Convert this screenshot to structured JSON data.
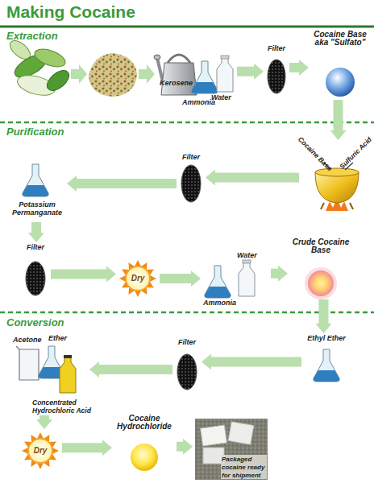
{
  "diagram": {
    "title": "Making Cocaine",
    "nodes": [
      {
        "text": [
          "Kerosene",
          "Water",
          "Ammonia"
        ]
      },
      {
        "text": [
          "Filter"
        ]
      },
      {
        "text": [
          "Cocaine Base aka \"Sulfato\""
        ]
      },
      {
        "text": [
          "Cocaine Base",
          "Sulfuric Acid"
        ]
      },
      {
        "text": [
          "Filter"
        ]
      },
      {
        "text": [
          "Potassium Permanganate"
        ]
      },
      {
        "text": [
          "Filter"
        ]
      },
      {
        "text": [
          "Dry"
        ]
      },
      {
        "text": [
          "Water",
          "Ammonia"
        ]
      },
      {
        "text": [
          "Crude Cocaine Base"
        ]
      },
      {
        "text": [
          "Ethyl Ether"
        ]
      },
      {
        "text": [
          "Filter"
        ]
      },
      {
        "text": [
          "Acetone",
          "Ether",
          "Concentrated Hydrochloric Acid"
        ]
      },
      {
        "text": [
          "Dry"
        ]
      },
      {
        "text": [
          "Cocaine Hydrochloride"
        ]
      },
      {
        "text": [
          "Packaged cocaine ready for shipment"
        ]
      }
    ],
    "edges": [
      {
        "from": 0,
        "to": 1,
        "arrow": "to"
      },
      {
        "from": 1,
        "to": 2,
        "arrow": "to"
      },
      {
        "from": 2,
        "to": 3,
        "arrow": "to"
      },
      {
        "from": 3,
        "to": 4,
        "arrow": "to"
      },
      {
        "from": 4,
        "to": 5,
        "arrow": "to"
      },
      {
        "from": 5,
        "to": 6,
        "arrow": "to"
      },
      {
        "from": 6,
        "to": 7,
        "arrow": "to"
      },
      {
        "from": 7,
        "to": 8,
        "arrow": "to"
      },
      {
        "from": 8,
        "to": 9,
        "arrow": "to"
      },
      {
        "from": 9,
        "to": 10,
        "arrow": "to"
      },
      {
        "from": 10,
        "to": 11,
        "arrow": "to"
      },
      {
        "from": 11,
        "to": 12,
        "arrow": "to"
      },
      {
        "from": 12,
        "to": 13,
        "arrow": "to"
      },
      {
        "from": 13,
        "to": 14,
        "arrow": "to"
      },
      {
        "from": 14,
        "to": 15,
        "arrow": "to"
      }
    ],
    "labels": [
      "Extraction",
      "Purification",
      "Conversion"
    ]
  }
}
